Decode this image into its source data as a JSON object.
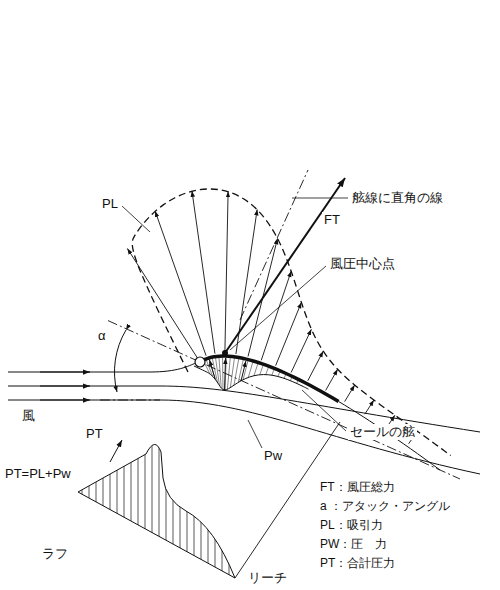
{
  "diagram": {
    "labels": [
      "PL",
      "FT",
      "舷線に直角の線",
      "風圧中心点",
      "α",
      "風",
      "Pw",
      "セールの舷",
      "PT",
      "PT=PL+Pw",
      "ラフ",
      "リーチ",
      "FT：風圧総力",
      "a ：アタック・アングル",
      "PL：吸引力",
      "PW：圧　力",
      "PT：合計圧力"
    ]
  }
}
